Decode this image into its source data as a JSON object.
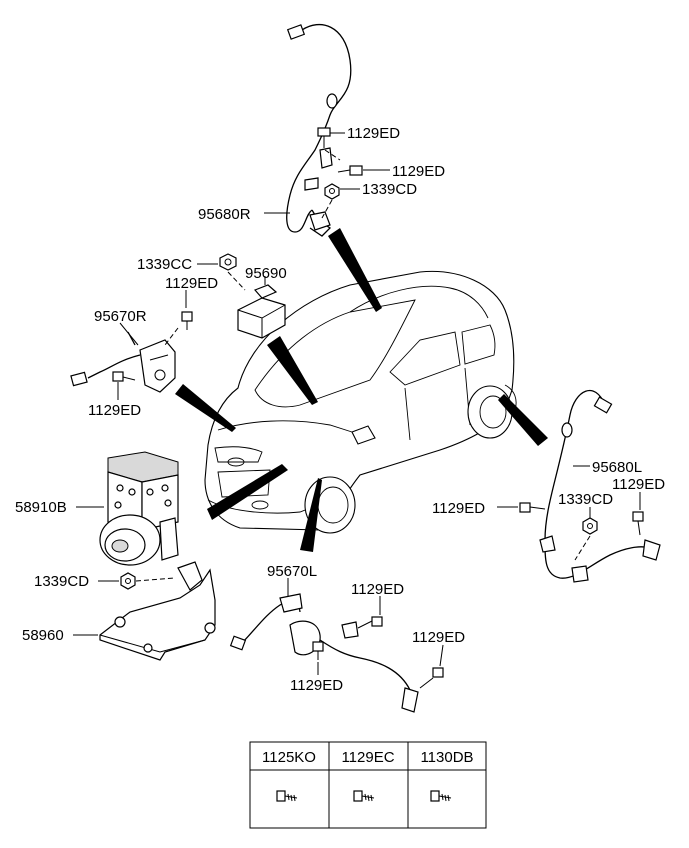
{
  "labels": {
    "sensor_rear_right": "95680R",
    "bolt_top_1": "1129ED",
    "bolt_top_2": "1129ED",
    "nut_top": "1339CD",
    "nut_center": "1339CC",
    "bolt_center": "1129ED",
    "sensor_yaw": "95690",
    "sensor_front_right": "95670R",
    "bolt_front_right": "1129ED",
    "sensor_rear_left": "95680L",
    "bolt_rear_left_a": "1129ED",
    "nut_rear_left": "1339CD",
    "bolt_rear_left_b": "1129ED",
    "hecu": "58910B",
    "nut_bracket": "1339CD",
    "bracket": "58960",
    "sensor_front_left": "95670L",
    "bolt_front_left_a": "1129ED",
    "bolt_front_left_b": "1129ED",
    "bolt_front_left_c": "1129ED"
  },
  "fastener_table": {
    "headers": [
      "1125KO",
      "1129EC",
      "1130DB"
    ]
  }
}
